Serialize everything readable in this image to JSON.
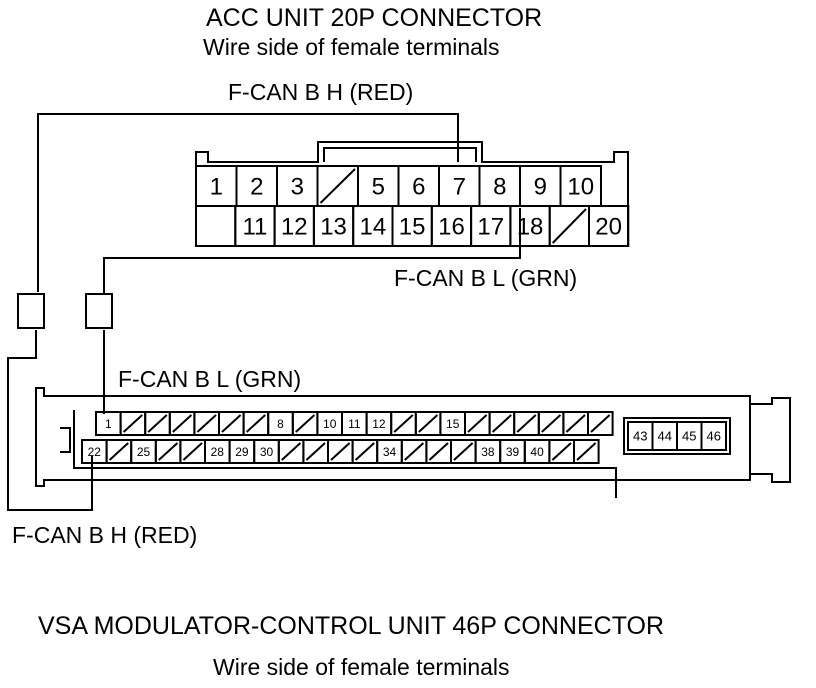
{
  "acc": {
    "title": "ACC UNIT 20P CONNECTOR",
    "subtitle": "Wire side of female terminals",
    "top_row": [
      "1",
      "2",
      "3",
      "",
      "5",
      "6",
      "7",
      "8",
      "9",
      "10"
    ],
    "bottom_row": [
      "",
      "11",
      "12",
      "13",
      "14",
      "15",
      "16",
      "17",
      "18",
      "",
      "20"
    ]
  },
  "vsa": {
    "title": "VSA MODULATOR-CONTROL UNIT 46P CONNECTOR",
    "subtitle": "Wire side of female terminals",
    "top_row": [
      "1",
      "",
      "",
      "",
      "",
      "",
      "",
      "8",
      "",
      "10",
      "11",
      "12",
      "",
      "",
      "15",
      "",
      "",
      "",
      "",
      "",
      ""
    ],
    "bottom_row": [
      "22",
      "",
      "25",
      "",
      "",
      "28",
      "29",
      "30",
      "",
      "",
      "",
      "",
      "34",
      "",
      "",
      "",
      "38",
      "39",
      "40",
      "",
      ""
    ],
    "side_block": [
      "43",
      "44",
      "45",
      "46"
    ]
  },
  "wires": {
    "acc_red": "F-CAN B H (RED)",
    "acc_grn": "F-CAN B L (GRN)",
    "vsa_grn": "F-CAN B L (GRN)",
    "vsa_red": "F-CAN B H (RED)"
  },
  "colors": {
    "line": "#000000",
    "background": "#ffffff"
  }
}
